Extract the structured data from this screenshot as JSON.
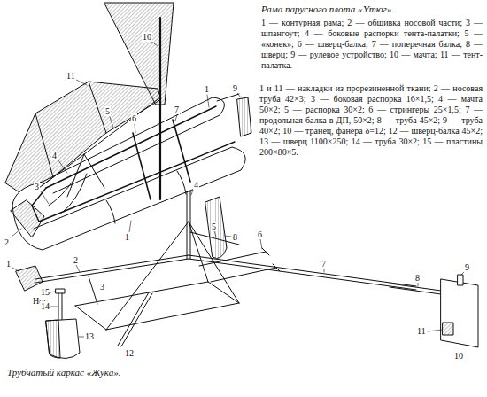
{
  "diagram": {
    "title": "Рама парусного плота «Утюг».",
    "caption": "Трубчатый каркас «Жука».",
    "labels": [
      "1 — контурная рама; 2 — обшивка носовой части; 3 — шпангоут; 4 — боковые распорки тента-палатки; 5 — «конек»; 6 — шверц-балка; 7 — поперечная балка; 8 — шверц; 9 — рулевое устройство; 10 — мачта; 11 — тент-палатка.",
      "1 и 11 — накладки из прорезиненной ткани; 2 — носовая труба 42×3; 3 — боковая распорка 16×1,5; 4 — мачта 50×2; 5 — распорка 30×2; 6 — стрингеры 25×1,5; 7 — продольная балка в ДП, 50×2; 8 — труба 45×2; 9 — труба 40×2; 10 — транец, фанера δ=12; 12 — шверц-балка 45×2; 13 — шверц 1100×250; 14 — труба 30×2; 15 — пластины 200×80×5.",
      "11",
      "10",
      "9",
      "5",
      "6",
      "7",
      "1",
      "4",
      "3",
      "2",
      "1",
      "8",
      "4",
      "2",
      "1",
      "Нос",
      "3",
      "5",
      "6",
      "7",
      "8",
      "9",
      "11",
      "10",
      "12",
      "15",
      "14",
      "13"
    ]
  }
}
